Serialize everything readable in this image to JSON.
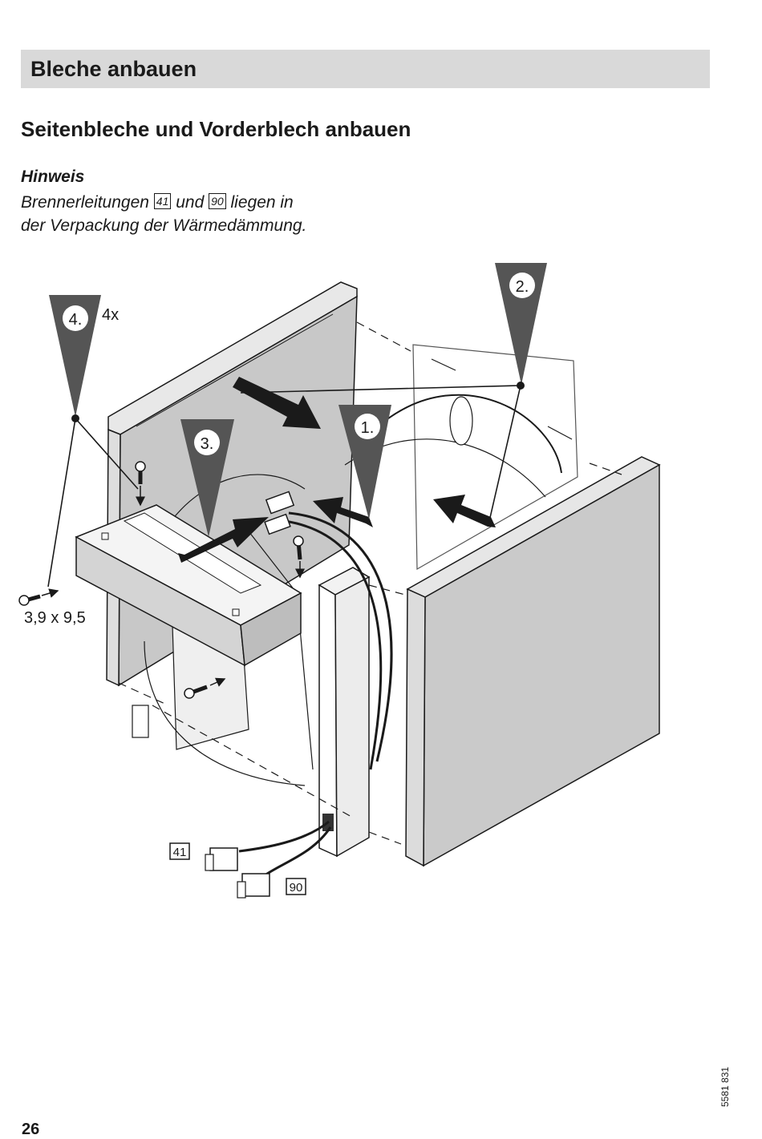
{
  "header": {
    "section_title": "Bleche anbauen"
  },
  "subtitle": "Seitenbleche und Vorderblech anbauen",
  "note": {
    "title": "Hinweis",
    "text_part1": "Brennerleitungen ",
    "ref1": "41",
    "text_part2": " und ",
    "ref2": "90",
    "text_part3": " liegen in",
    "text_line2": "der Verpackung der Wärmedämmung."
  },
  "figure": {
    "steps": {
      "step1": "1.",
      "step2": "2.",
      "step3": "3.",
      "step4": "4."
    },
    "screw_count": "4x",
    "screw_size": "3,9 x 9,5",
    "part_labels": {
      "p41": "41",
      "p90": "90"
    }
  },
  "footer": {
    "page_number": "26",
    "doc_number": "5581 831"
  }
}
